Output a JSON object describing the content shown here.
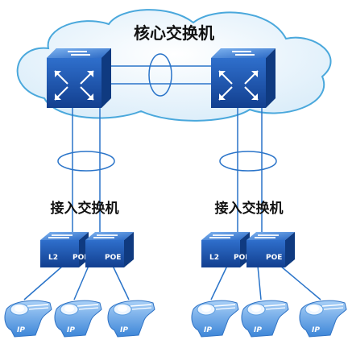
{
  "labels": {
    "core_title": "核心交换机",
    "access_left": "接入交换机",
    "access_right": "接入交换机"
  },
  "access_switches": [
    {
      "port_tag_left": "L2",
      "port_tag_right": "POE"
    },
    {
      "port_tag_left": "POE",
      "port_tag_right": ""
    },
    {
      "port_tag_left": "L2",
      "port_tag_right": "POE"
    },
    {
      "port_tag_left": "POE",
      "port_tag_right": ""
    }
  ],
  "phones": [
    {
      "tag": "IP"
    },
    {
      "tag": "IP"
    },
    {
      "tag": "IP"
    },
    {
      "tag": "IP"
    },
    {
      "tag": "IP"
    },
    {
      "tag": "IP"
    }
  ],
  "icons": {
    "cloud": "cloud-icon",
    "core_switch": "core-switch-icon",
    "access_switch": "access-switch-icon",
    "ip_phone": "ip-phone-icon",
    "link_aggregation": "link-aggregation-ellipse"
  },
  "colors": {
    "cloud_fill": "#e3f1fb",
    "cloud_stroke": "#4aa8dc",
    "switch_top": "#3b7fd6",
    "switch_side": "#1652a8",
    "phone_body": "#6aa9e6",
    "link_line": "#2a74c9"
  }
}
